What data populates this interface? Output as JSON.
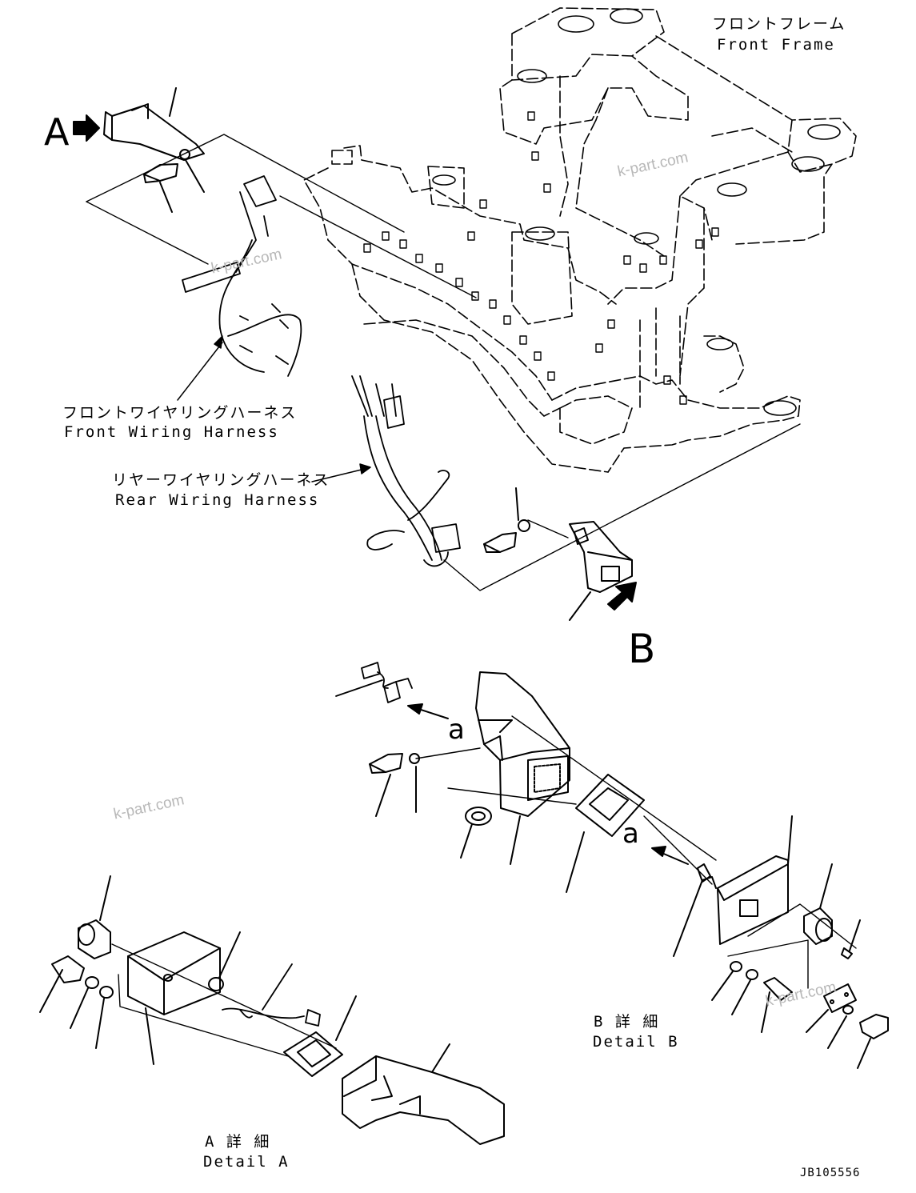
{
  "labels": {
    "front_frame_jp": "フロントフレーム",
    "front_frame_en": "Front Frame",
    "front_harness_jp": "フロントワイヤリングハーネス",
    "front_harness_en": "Front Wiring Harness",
    "rear_harness_jp": "リヤーワイヤリングハーネス",
    "rear_harness_en": "Rear Wiring Harness",
    "detail_b_jp": "B 詳 細",
    "detail_b_en": "Detail B",
    "detail_a_jp": "A 詳 細",
    "detail_a_en": "Detail A"
  },
  "callouts": {
    "view_a": "A",
    "view_b": "B",
    "direction_a_top": "a",
    "direction_a_bottom": "a"
  },
  "drawing_number": "JB105556",
  "watermark": "k-part.com",
  "colors": {
    "line": "#000000",
    "watermark": "#b8b8b8"
  }
}
